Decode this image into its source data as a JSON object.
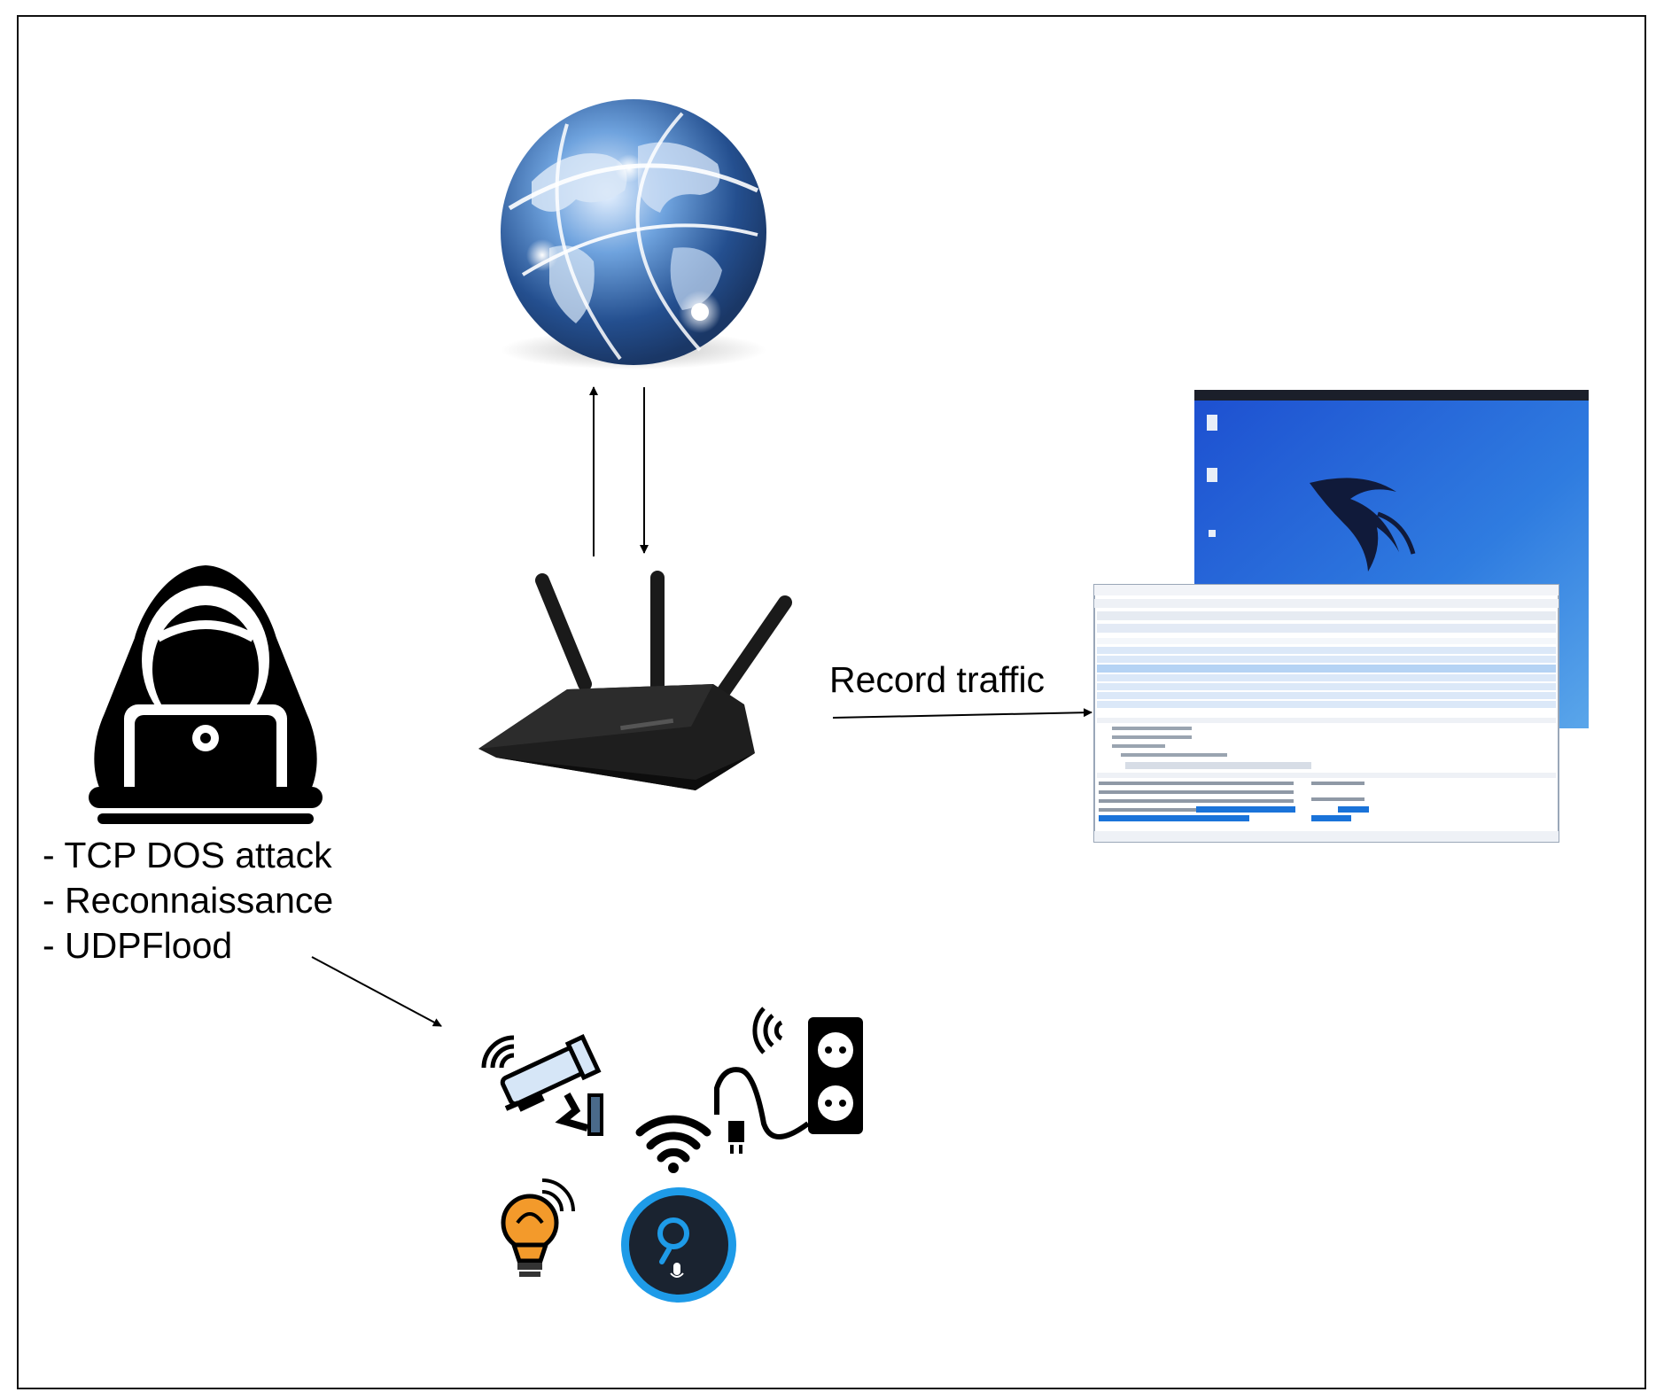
{
  "diagram": {
    "record_label": "Record traffic",
    "attacks": [
      "TCP DOS attack",
      "Reconnaissance",
      "UDPFlood"
    ],
    "nodes": [
      {
        "id": "internet",
        "icon": "globe-icon"
      },
      {
        "id": "router",
        "icon": "wifi-router-icon"
      },
      {
        "id": "attacker",
        "icon": "hacker-laptop-icon"
      },
      {
        "id": "capture",
        "icon": "kali-desktop-wireshark-screenshot"
      },
      {
        "id": "iot-devices",
        "icons": [
          "security-camera-icon",
          "wifi-signal-icon",
          "smart-plug-icon",
          "smart-bulb-icon",
          "smart-speaker-icon"
        ]
      }
    ],
    "edges": [
      {
        "from": "router",
        "to": "internet"
      },
      {
        "from": "internet",
        "to": "router"
      },
      {
        "from": "router",
        "to": "capture",
        "label": "Record traffic"
      },
      {
        "from": "attacker",
        "to": "iot-devices"
      }
    ],
    "colors": {
      "globe": "#2f6db0",
      "kali_desktop": "#2a6bd8",
      "wireshark_selection": "#1a73d9",
      "bulb": "#f39a2b",
      "speaker_ring": "#1e9be8",
      "icon_dark": "#111111"
    }
  }
}
